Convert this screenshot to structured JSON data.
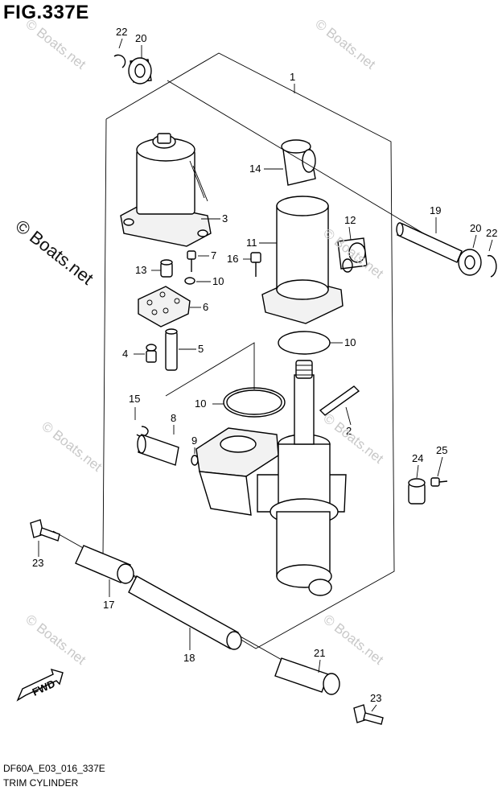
{
  "figure": {
    "title": "FIG.337E",
    "diagram_code": "DF60A_E03_016_337E",
    "caption": "TRIM CYLINDER",
    "fwd_label": "FWD"
  },
  "watermark": {
    "text": "© Boats.net",
    "color": "#c8c8c8"
  },
  "callouts": [
    "1",
    "2",
    "3",
    "4",
    "5",
    "6",
    "7",
    "8",
    "9",
    "10",
    "10",
    "10",
    "11",
    "12",
    "13",
    "14",
    "15",
    "16",
    "17",
    "18",
    "19",
    "20",
    "20",
    "21",
    "22",
    "22",
    "23",
    "23",
    "24",
    "25"
  ],
  "icons": {
    "fwd_arrow": "fwd-arrow-icon"
  }
}
